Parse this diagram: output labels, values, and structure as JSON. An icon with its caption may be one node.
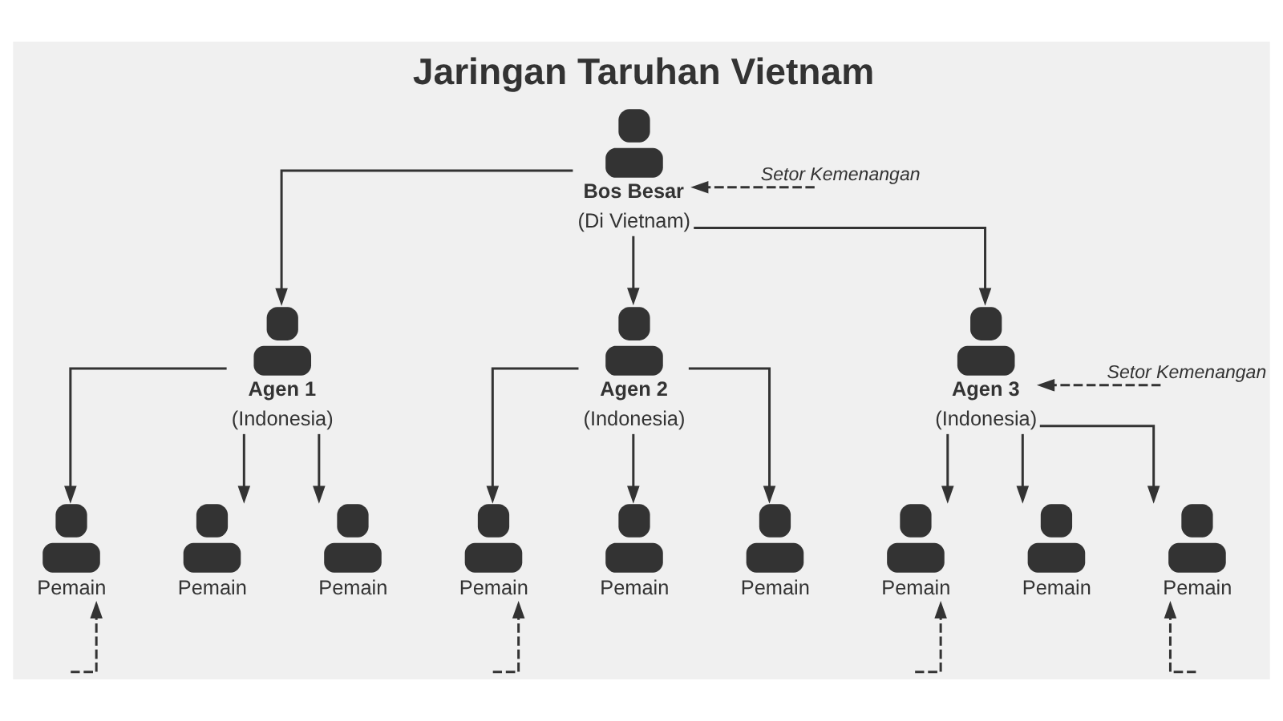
{
  "diagram": {
    "title": "Jaringan Taruhan Vietnam",
    "nodes": [
      {
        "text": [
          "Bos Besar",
          "(Di Vietnam)"
        ]
      },
      {
        "text": [
          "Agen 1",
          "(Indonesia)"
        ]
      },
      {
        "text": [
          "Agen 2",
          "(Indonesia)"
        ]
      },
      {
        "text": [
          "Agen 3",
          "(Indonesia)"
        ]
      },
      {
        "text": [
          "Pemain"
        ]
      },
      {
        "text": [
          "Pemain"
        ]
      },
      {
        "text": [
          "Pemain"
        ]
      },
      {
        "text": [
          "Pemain"
        ]
      },
      {
        "text": [
          "Pemain"
        ]
      },
      {
        "text": [
          "Pemain"
        ]
      },
      {
        "text": [
          "Pemain"
        ]
      },
      {
        "text": [
          "Pemain"
        ]
      },
      {
        "text": [
          "Pemain"
        ]
      }
    ],
    "edges": [
      {
        "from": 0,
        "to": 1,
        "arrow": "to"
      },
      {
        "from": 0,
        "to": 2,
        "arrow": "to"
      },
      {
        "from": 0,
        "to": 3,
        "arrow": "to"
      },
      {
        "from": 1,
        "to": 4,
        "arrow": "to"
      },
      {
        "from": 1,
        "to": 5,
        "arrow": "to"
      },
      {
        "from": 1,
        "to": 6,
        "arrow": "to"
      },
      {
        "from": 2,
        "to": 7,
        "arrow": "to"
      },
      {
        "from": 2,
        "to": 8,
        "arrow": "to"
      },
      {
        "from": 2,
        "to": 9,
        "arrow": "to"
      },
      {
        "from": 3,
        "to": 10,
        "arrow": "to"
      },
      {
        "from": 3,
        "to": 11,
        "arrow": "to"
      },
      {
        "from": 3,
        "to": 12,
        "arrow": "to"
      },
      {
        "from": null,
        "to": 0,
        "arrow": "to",
        "style": "dashed",
        "label": "Setor Kemenangan"
      },
      {
        "from": null,
        "to": 3,
        "arrow": "to",
        "style": "dashed",
        "label": "Setor Kemenangan"
      },
      {
        "from": null,
        "to": 4,
        "arrow": "to",
        "style": "dashed"
      },
      {
        "from": null,
        "to": 7,
        "arrow": "to",
        "style": "dashed"
      },
      {
        "from": null,
        "to": 10,
        "arrow": "to",
        "style": "dashed"
      },
      {
        "from": null,
        "to": 12,
        "arrow": "to",
        "style": "dashed"
      }
    ]
  }
}
